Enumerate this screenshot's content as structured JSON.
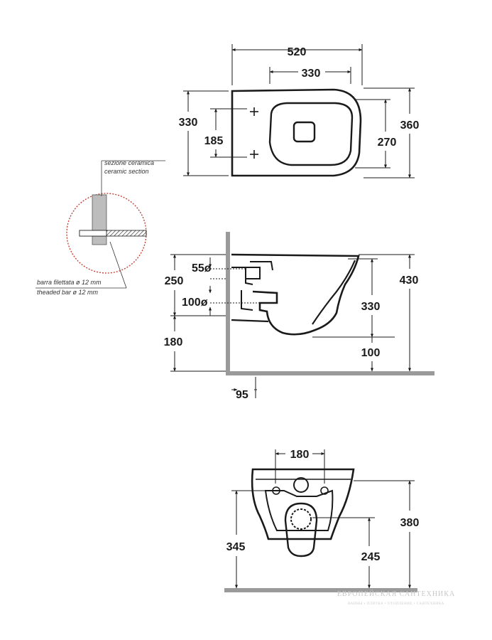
{
  "colors": {
    "line": "#1a1a1a",
    "wall": "#9a9a9a",
    "detail_circle": "#c0392b",
    "background": "#ffffff"
  },
  "top_view": {
    "width_overall": "520",
    "width_bowl": "330",
    "height_left": "330",
    "hole_spacing": "185",
    "depth_inner": "270",
    "depth_overall": "360"
  },
  "side_view": {
    "top_to_inlet": "250",
    "inlet_offset": "55ø",
    "outlet_diameter": "100ø",
    "inlet_height": "180",
    "total_height": "430",
    "outlet_height": "330",
    "outlet_floor": "100",
    "wall_offset": "95"
  },
  "detail": {
    "section_label_it": "sezione ceramica",
    "section_label_en": "ceramic section",
    "bar_label_it": "barra filettata ø 12 mm",
    "bar_label_en": "theaded bar ø 12 mm"
  },
  "rear_view": {
    "hole_spacing": "180",
    "height_outer": "380",
    "height_bar": "345",
    "height_outlet": "245"
  },
  "watermark": {
    "line1": "ЕВРОПЕЙСКАЯ САНТЕХНИКА",
    "line2": "ВАННЫ • ПЛИТКА • ОТОПЛЕНИЕ • САНТЕХНИКА"
  }
}
